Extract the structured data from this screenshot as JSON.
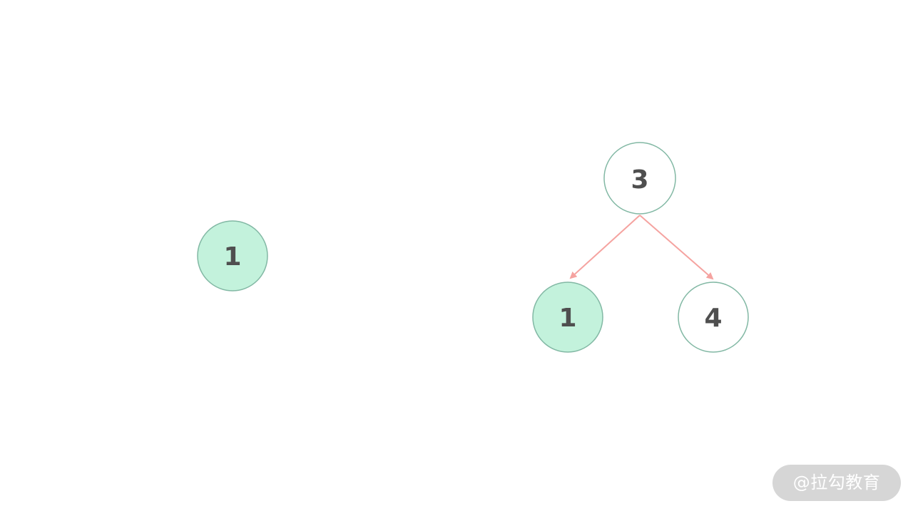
{
  "colors": {
    "highlight_fill": "#c3f2dc",
    "node_stroke": "#82b8a4",
    "edge": "#f5a3a0",
    "text": "#4f4f4f",
    "watermark_bg": "#d6d6d6"
  },
  "left_tree": {
    "nodes": [
      {
        "label": "1",
        "highlighted": true
      }
    ]
  },
  "right_tree": {
    "nodes": [
      {
        "label": "3",
        "highlighted": false
      },
      {
        "label": "1",
        "highlighted": true
      },
      {
        "label": "4",
        "highlighted": false
      }
    ],
    "edges": [
      {
        "from": "3",
        "to": "1"
      },
      {
        "from": "3",
        "to": "4"
      }
    ]
  },
  "watermark": {
    "text": "@拉勾教育"
  }
}
